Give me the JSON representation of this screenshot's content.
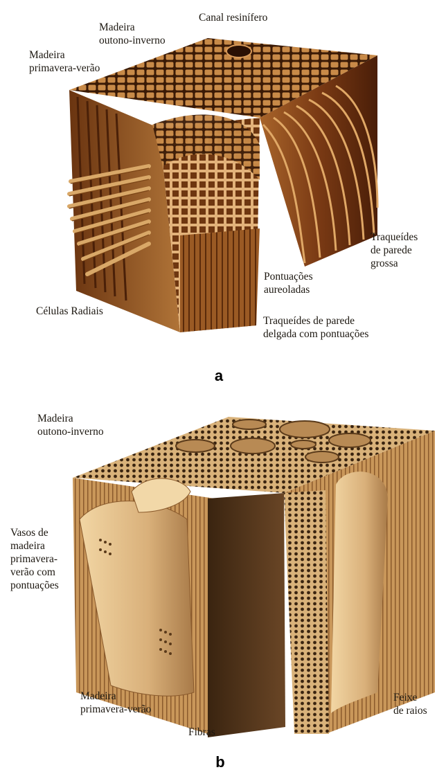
{
  "panel_a": {
    "letter": "a",
    "labels": {
      "canal": "Canal resinífero",
      "outono": "Madeira\noutono-inverno",
      "primavera": "Madeira\nprimavera-verão",
      "traq_grossa": "Traqueídes\nde parede\ngrossa",
      "pontuacoes": "Pontuações\naureoladas",
      "radiais": "Células Radiais",
      "traq_delgada": "Traqueídes de parede\ndelgada com pontuações"
    }
  },
  "panel_b": {
    "letter": "b",
    "labels": {
      "outono": "Madeira\noutono-inverno",
      "vasos": "Vasos de\nmadeira\nprimavera-\nverão com\npontuações",
      "primavera": "Madeira\nprimavera-verão",
      "fibras": "Fibras",
      "feixe": "Feixe\nde raios"
    }
  },
  "colors": {
    "wood_dark": "#5a2c0e",
    "wood_mid": "#8a4a1c",
    "wood_light": "#c98a4a",
    "wood_b_light": "#e2c089",
    "wood_b_mid": "#b98a52",
    "wood_b_dark": "#4e3218"
  }
}
